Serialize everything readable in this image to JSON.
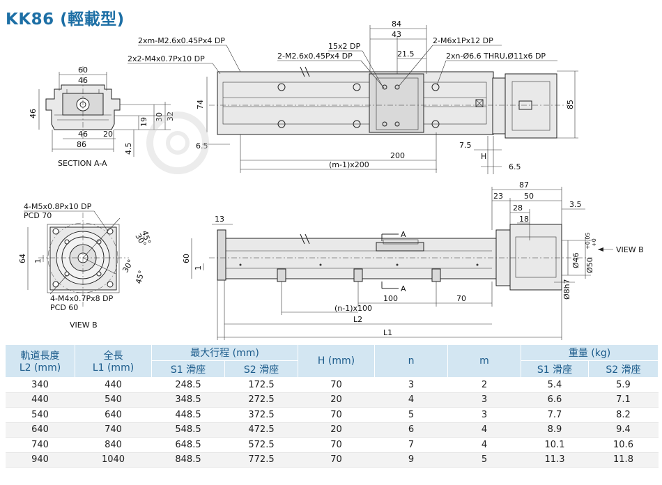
{
  "title": "KK86 (輕載型)",
  "section_a": {
    "label": "SECTION A-A",
    "dims": [
      "60",
      "46",
      "46",
      "20",
      "86",
      "46",
      "19",
      "30",
      "32",
      "4.5"
    ]
  },
  "view_b": {
    "label": "VIEW B",
    "notes": [
      "4-M5x0.8Px10 DP",
      "PCD 70",
      "4-M4x0.7Px8 DP",
      "PCD 60"
    ],
    "dims": [
      "64",
      "1"
    ],
    "angles": [
      "45°",
      "30°",
      "30°",
      "45°"
    ]
  },
  "top_view": {
    "notes": [
      "2xm-M2.6x0.45Px4 DP",
      "2x2-M4x0.7Px10 DP",
      "15x2 DP",
      "2-M2.6x0.45Px4 DP",
      "2-M6x1Px12 DP",
      "2xn-Ø6.6 THRU,Ø11x6 DP"
    ],
    "dims": [
      "84",
      "43",
      "21.5",
      "74",
      "85",
      "6.5",
      "200",
      "(m-1)x200",
      "7.5",
      "H",
      "6.5"
    ]
  },
  "side_view": {
    "dims": [
      "13",
      "60",
      "1",
      "87",
      "23",
      "50",
      "28",
      "18",
      "3.5",
      "Ø46",
      "Ø50",
      "+0.05",
      "+0",
      "Ø8h7",
      "A",
      "A",
      "100",
      "70",
      "(n-1)x100",
      "L2",
      "L1"
    ],
    "view_label": "VIEW B"
  },
  "table": {
    "headers": {
      "l2": [
        "軌道長度",
        "L2 (mm)"
      ],
      "l1": [
        "全長",
        "L1 (mm)"
      ],
      "stroke": "最大行程 (mm)",
      "stroke_s1": "S1 滑座",
      "stroke_s2": "S2 滑座",
      "h": "H (mm)",
      "n": "n",
      "m": "m",
      "weight": "重量 (kg)",
      "weight_s1": "S1 滑座",
      "weight_s2": "S2 滑座"
    },
    "rows": [
      [
        "340",
        "440",
        "248.5",
        "172.5",
        "70",
        "3",
        "2",
        "5.4",
        "5.9"
      ],
      [
        "440",
        "540",
        "348.5",
        "272.5",
        "20",
        "4",
        "3",
        "6.6",
        "7.1"
      ],
      [
        "540",
        "640",
        "448.5",
        "372.5",
        "70",
        "5",
        "3",
        "7.7",
        "8.2"
      ],
      [
        "640",
        "740",
        "548.5",
        "472.5",
        "20",
        "6",
        "4",
        "8.9",
        "9.4"
      ],
      [
        "740",
        "840",
        "648.5",
        "572.5",
        "70",
        "7",
        "4",
        "10.1",
        "10.6"
      ],
      [
        "940",
        "1040",
        "848.5",
        "772.5",
        "70",
        "9",
        "5",
        "11.3",
        "11.8"
      ]
    ]
  },
  "colors": {
    "title": "#1d6fa5",
    "header_bg": "#d3e6f2",
    "header_text": "#1a5a8a",
    "row_alt": "#f3f3f3"
  }
}
